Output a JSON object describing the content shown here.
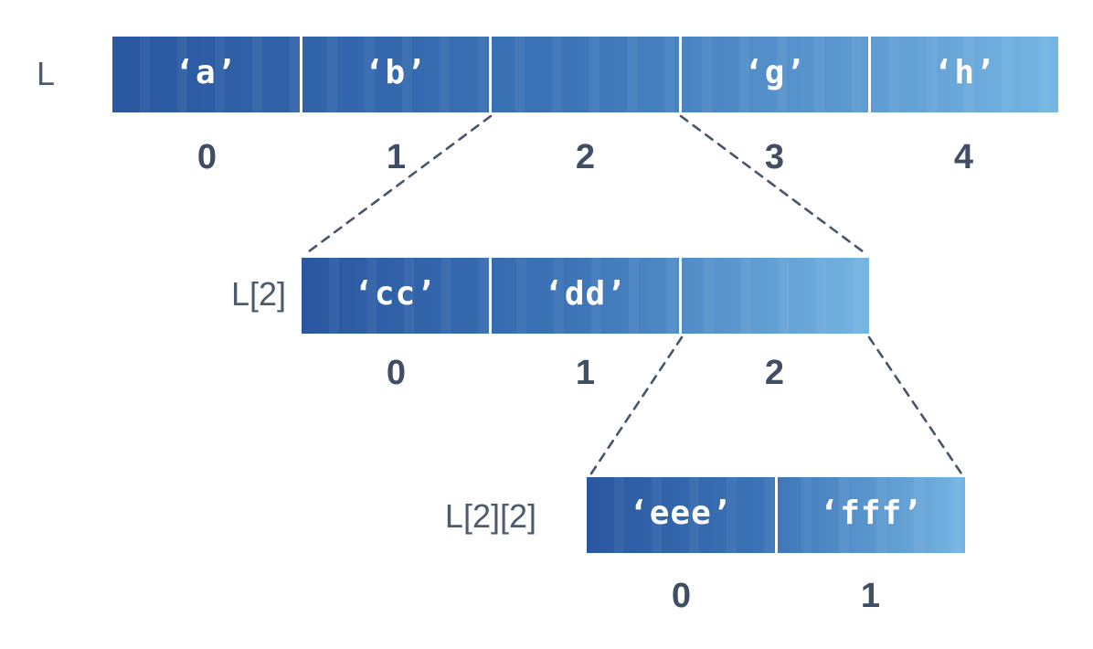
{
  "diagram": {
    "rows": [
      {
        "label": "L",
        "cells": [
          "‘a’",
          "‘b’",
          "",
          "‘g’",
          "‘h’"
        ],
        "indices": [
          "0",
          "1",
          "2",
          "3",
          "4"
        ]
      },
      {
        "label": "L[2]",
        "cells": [
          "‘cc’",
          "‘dd’",
          ""
        ],
        "indices": [
          "0",
          "1",
          "2"
        ]
      },
      {
        "label": "L[2][2]",
        "cells": [
          "‘eee’",
          "‘fff’"
        ],
        "indices": [
          "0",
          "1"
        ]
      }
    ],
    "colors": {
      "gradient_start": "#2a57a0",
      "gradient_end": "#75b5e2",
      "cell_text": "#ffffff",
      "label_text": "#4d5b6e",
      "index_text": "#3f4e64",
      "connector": "#45556b",
      "divider": "#ffffff",
      "background": "#ffffff"
    }
  }
}
